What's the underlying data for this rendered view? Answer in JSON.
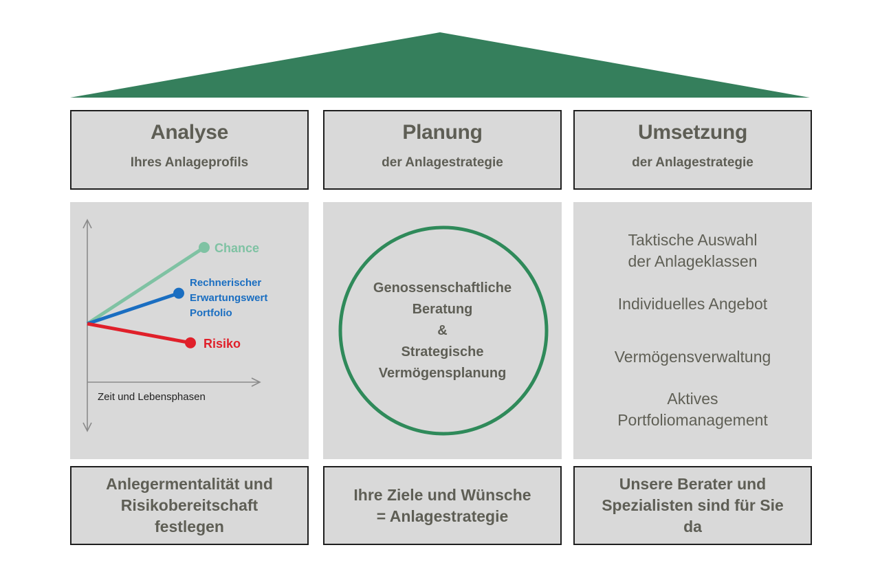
{
  "colors": {
    "roof": "#357f5c",
    "circle": "#2f8a5a",
    "chance": "#7fc2a3",
    "expected": "#1a6ec1",
    "risk": "#e0202a",
    "box_fill": "#d9d9d9",
    "text": "#5e5e55"
  },
  "columns": [
    {
      "title": "Analyse",
      "subtitle": "Ihres Anlageprofils",
      "footer": [
        "Anlegermentalität und",
        "Risikobereitschaft",
        "festlegen"
      ]
    },
    {
      "title": "Planung",
      "subtitle": "der Anlagestrategie",
      "footer": [
        "Ihre Ziele und Wünsche",
        "= Anlagestrategie"
      ]
    },
    {
      "title": "Umsetzung",
      "subtitle": "der Anlagestrategie",
      "footer": [
        "Unsere Berater und",
        "Spezialisten sind für Sie",
        "da"
      ]
    }
  ],
  "chart": {
    "xlabel": "Zeit und Lebensphasen",
    "series": [
      {
        "name": "Chance",
        "lines": [
          "Chance"
        ],
        "end_value": 1.0
      },
      {
        "name": "Rechnerischer Erwartungswert Portfolio",
        "lines": [
          "Rechnerischer",
          "Erwartungswert",
          "Portfolio"
        ],
        "end_value": 0.4
      },
      {
        "name": "Risiko",
        "lines": [
          "Risiko"
        ],
        "end_value": -0.25
      }
    ]
  },
  "circle": {
    "lines": [
      "Genossenschaftliche",
      "Beratung",
      "&",
      "Strategische",
      "Vermögensplanung"
    ]
  },
  "implementation_items": [
    "Taktische Auswahl",
    "der Anlageklassen",
    "Individuelles Angebot",
    "Vermögensverwaltung",
    "Aktives",
    "Portfoliomanagement"
  ]
}
